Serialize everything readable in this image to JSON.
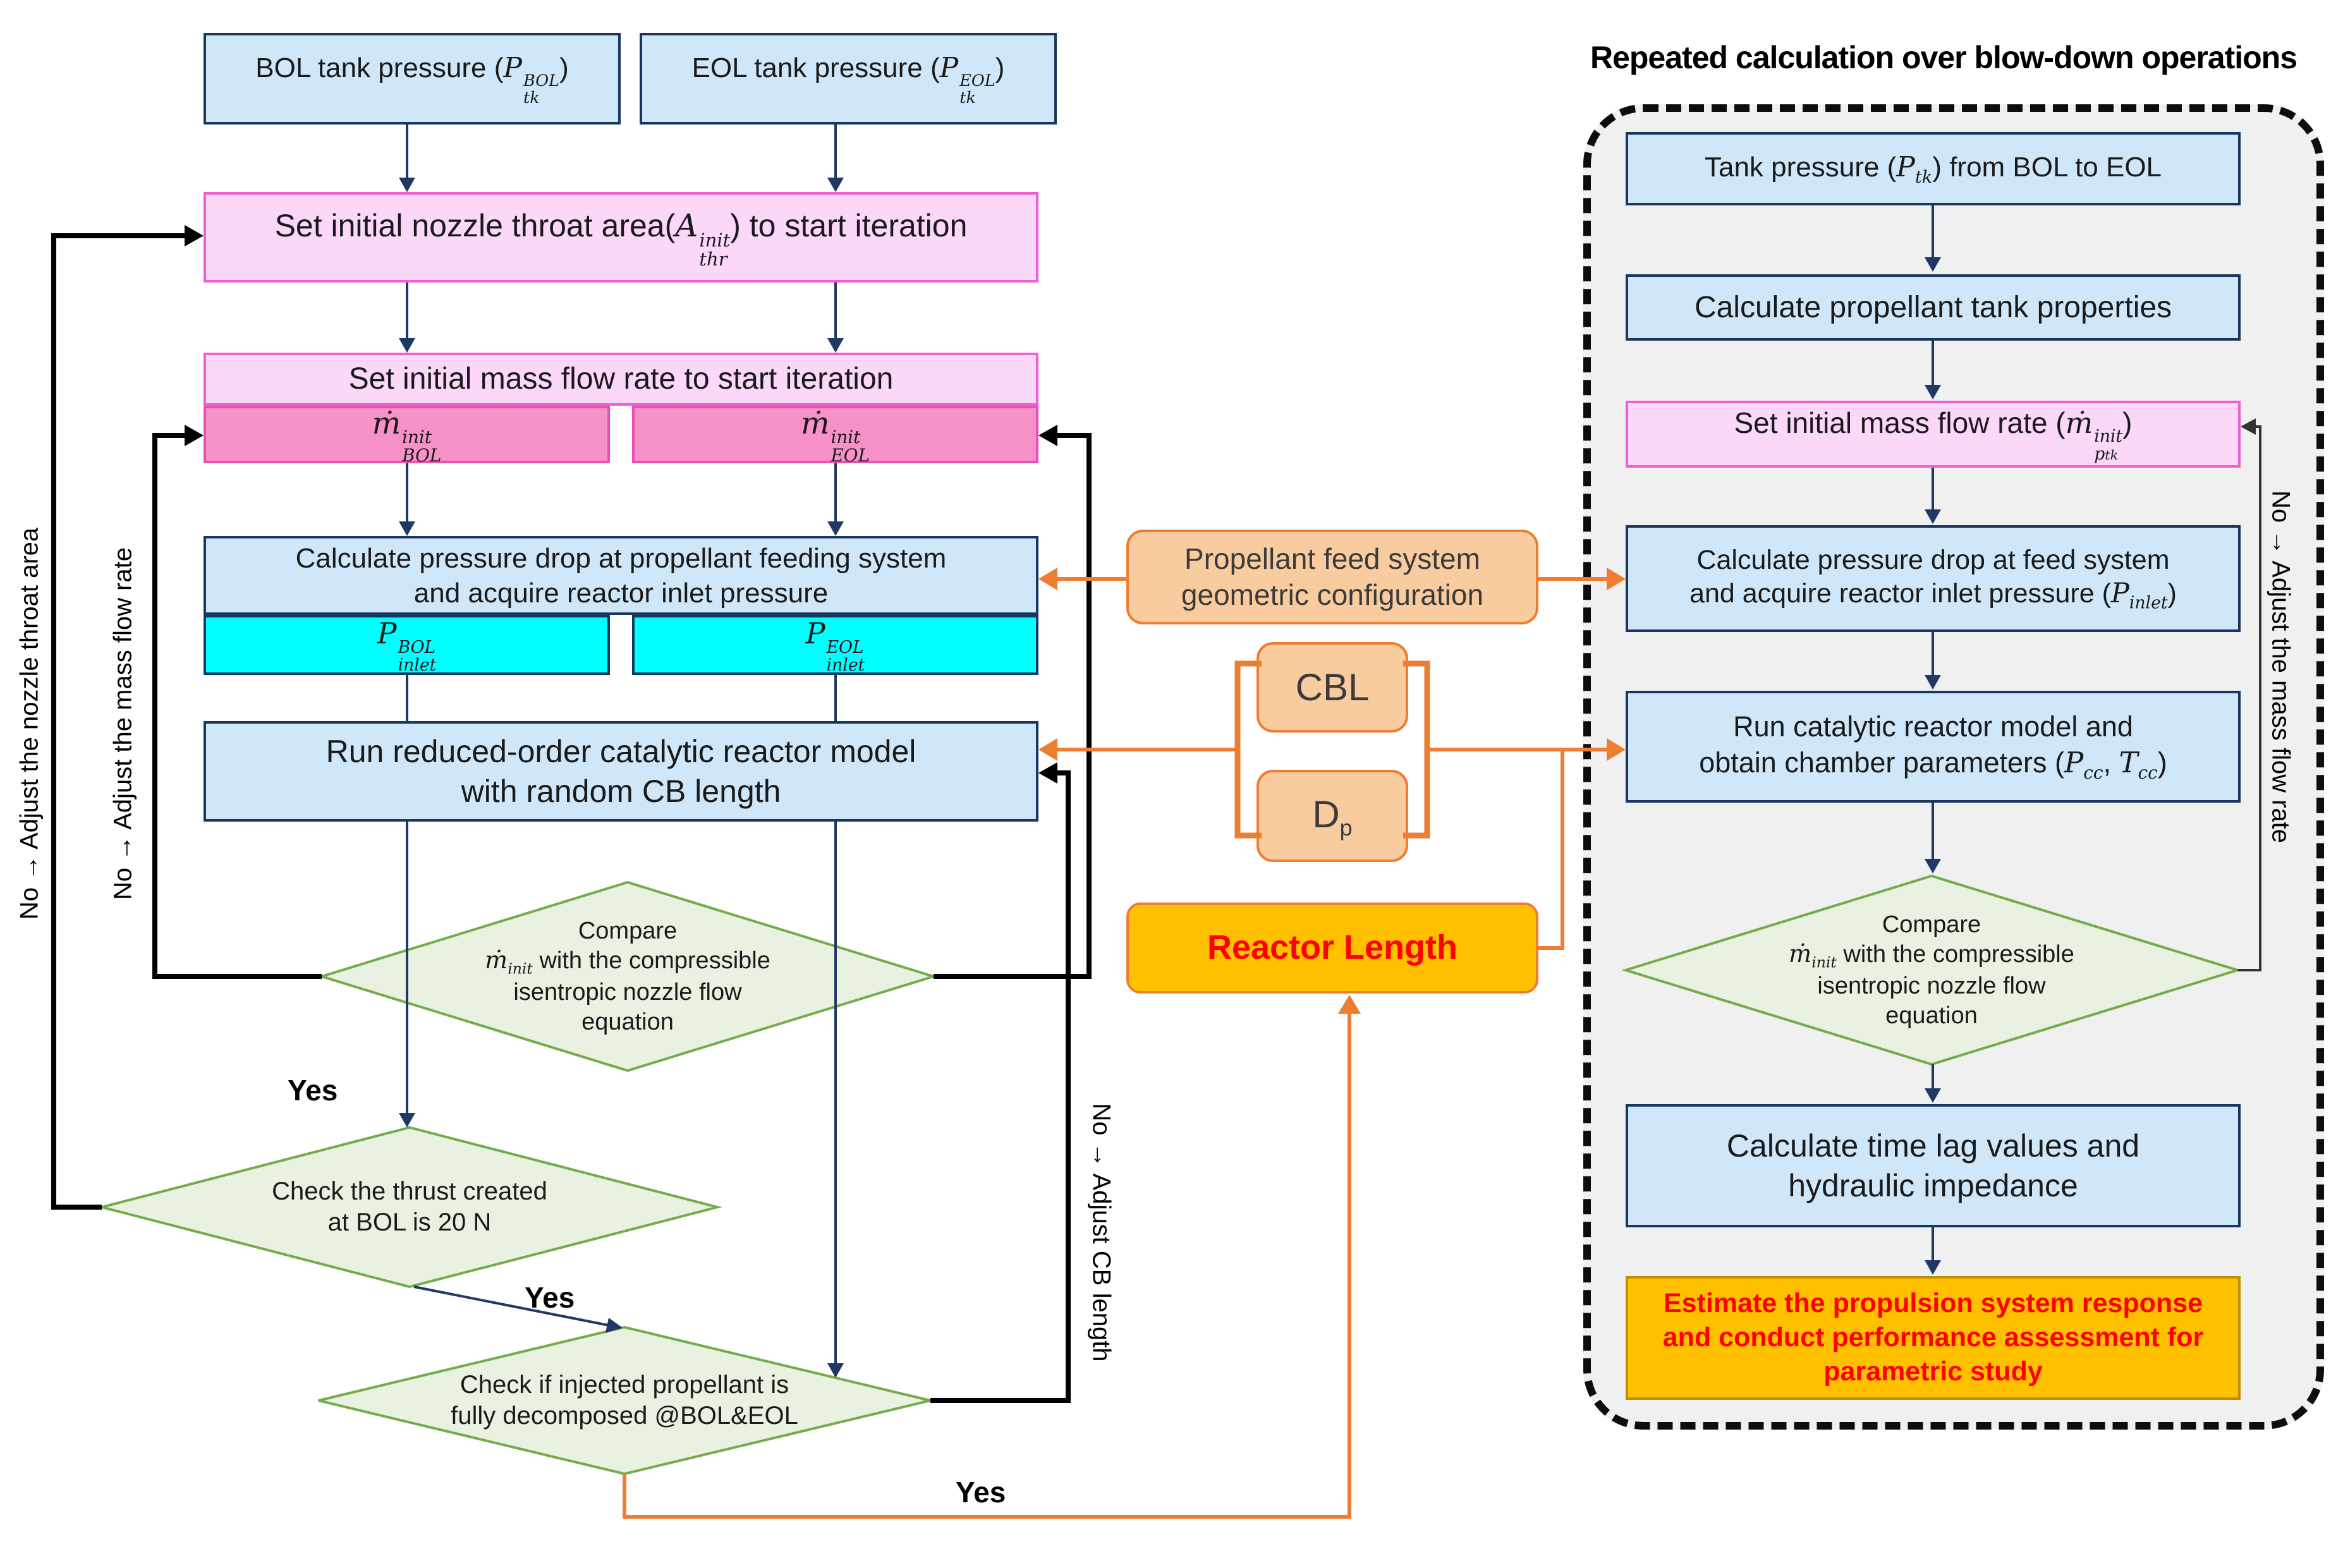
{
  "left": {
    "bol_tank": {
      "prefix": "BOL tank pressure (",
      "math": {
        "base": "P",
        "sup": "BOL",
        "sub": "tk"
      },
      "suffix": ")"
    },
    "eol_tank": {
      "prefix": "EOL tank pressure (",
      "math": {
        "base": "P",
        "sup": "EOL",
        "sub": "tk"
      },
      "suffix": ")"
    },
    "set_nozzle": {
      "prefix": "Set initial nozzle throat area(",
      "math": {
        "base": "A",
        "sup": "init",
        "sub": "thr"
      },
      "suffix": ") to start iteration"
    },
    "set_mass": "Set initial mass flow rate to start iteration",
    "mdot_bol": {
      "base": "ṁ",
      "sup": "init",
      "sub": "BOL"
    },
    "mdot_eol": {
      "base": "ṁ",
      "sup": "init",
      "sub": "EOL"
    },
    "calc_drop": [
      "Calculate pressure drop at propellant feeding system",
      "and acquire reactor inlet pressure"
    ],
    "p_inlet_bol": {
      "base": "P",
      "sup": "BOL",
      "sub": "inlet"
    },
    "p_inlet_eol": {
      "base": "P",
      "sup": "EOL",
      "sub": "inlet"
    },
    "run_reactor": [
      "Run reduced-order catalytic reactor model",
      "with random CB length"
    ],
    "d1": {
      "line1": "Compare",
      "math": {
        "base": "ṁ",
        "sub": "init"
      },
      "line2": " with the compressible",
      "line3": "isentropic nozzle flow",
      "line4": "equation"
    },
    "d2": [
      "Check the thrust created",
      "at BOL is 20 N"
    ],
    "d3": [
      "Check if injected propellant is",
      "fully decomposed @BOL&EOL"
    ],
    "yes1": "Yes",
    "yes2": "Yes",
    "yes3": "Yes",
    "label_nozzle": "No → Adjust the nozzle throat area",
    "label_mass": "No → Adjust the mass flow rate",
    "label_cb": "No → Adjust CB length"
  },
  "middle": {
    "feed_box": [
      "Propellant feed system",
      "geometric configuration"
    ],
    "cbl": "CBL",
    "dp": {
      "base": "D",
      "sub": "p"
    },
    "reactor_length": "Reactor Length"
  },
  "right": {
    "title": "Repeated calculation over blow-down operations",
    "tank": {
      "prefix": "Tank pressure (",
      "math": {
        "base": "P",
        "sub": "tk"
      },
      "suffix": ") from BOL to EOL"
    },
    "tank_props": "Calculate propellant tank properties",
    "set_mass": {
      "prefix": "Set initial mass flow rate (",
      "math": {
        "base": "ṁ",
        "sup": "init",
        "sub": "p",
        "subsub": "tk"
      },
      "suffix": ")"
    },
    "calc_drop": {
      "line1": "Calculate pressure drop at feed system",
      "line2prefix": "and acquire reactor inlet pressure (",
      "math": {
        "base": "P",
        "sub": "inlet"
      },
      "suffix": ")"
    },
    "run": {
      "line1": "Run catalytic reactor model and",
      "line2prefix": "obtain chamber parameters (",
      "math1": {
        "base": "P",
        "sub": "cc"
      },
      "mid": ", ",
      "math2": {
        "base": "T",
        "sub": "cc"
      },
      "suffix": ")"
    },
    "d4": {
      "line1": "Compare",
      "math": {
        "base": "ṁ",
        "sub": "init"
      },
      "line2": " with the compressible",
      "line3": "isentropic nozzle flow",
      "line4": "equation"
    },
    "time_lag": [
      "Calculate time lag values and",
      "hydraulic impedance"
    ],
    "estimate": [
      "Estimate the propulsion system response",
      "and conduct performance assessment for",
      "parametric study"
    ],
    "label_mass": "No → Adjust the mass flow rate"
  },
  "colors": {
    "light_blue_fill": "#CFE7F8",
    "navy_border": "#17375E",
    "light_pink_fill": "#FBD7F8",
    "magenta_border": "#EE5FD2",
    "hot_pink_fill": "#F792C6",
    "cyan_fill": "#00FFFF",
    "diamond_fill": "#E9F2E1",
    "diamond_border": "#74AC4C",
    "peach_fill": "#F9CCA0",
    "orange_accent": "#ED7D31",
    "gold_fill": "#FFC000",
    "red_text": "#FF0000",
    "gray_panel": "#F0F0F0",
    "navy_arrow": "#1F3864",
    "black_loop": "#000000"
  }
}
